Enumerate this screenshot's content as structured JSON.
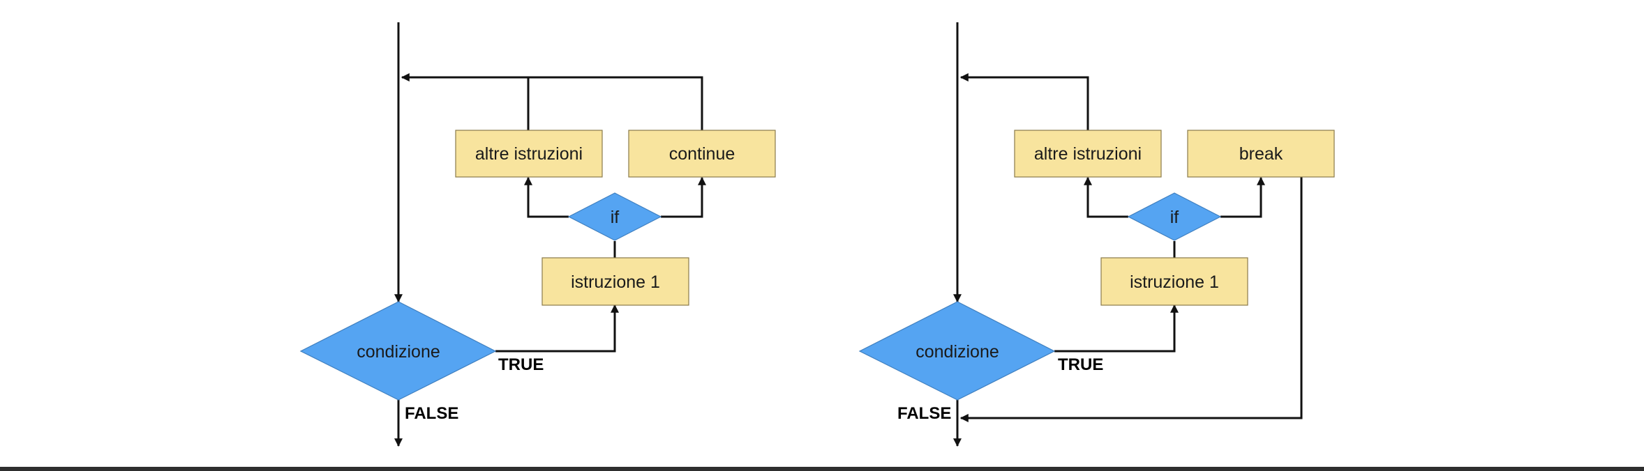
{
  "diagrams": [
    {
      "id": "continue",
      "loop_condition": "condizione",
      "statement_1": "istruzione 1",
      "inner_condition": "if",
      "other_statements": "altre istruzioni",
      "jump_statement": "continue",
      "true_label": "TRUE",
      "false_label": "FALSE"
    },
    {
      "id": "break",
      "loop_condition": "condizione",
      "statement_1": "istruzione 1",
      "inner_condition": "if",
      "other_statements": "altre istruzioni",
      "jump_statement": "break",
      "true_label": "TRUE",
      "false_label": "FALSE"
    }
  ],
  "colors": {
    "statement_fill": "#f8e49e",
    "condition_fill": "#55a4f2",
    "edge": "#111111"
  }
}
